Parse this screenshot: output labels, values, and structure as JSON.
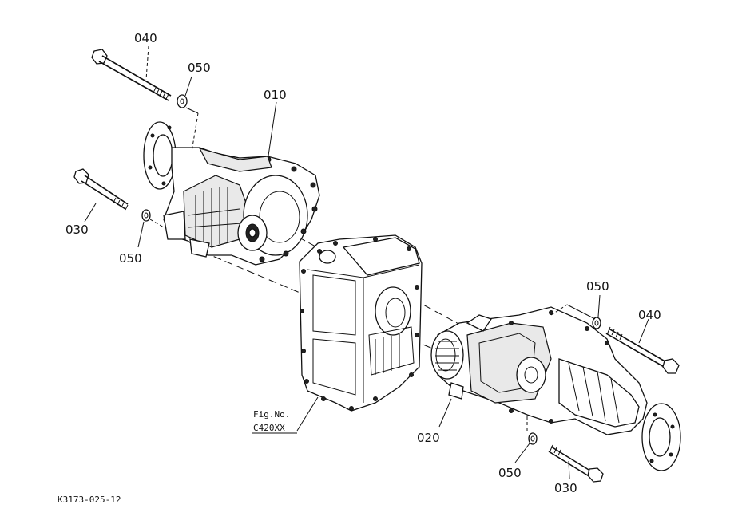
{
  "labels": {
    "l040a": "040",
    "l050a": "050",
    "l010": "010",
    "l030a": "030",
    "l050b": "050",
    "l050c": "050",
    "l040b": "040",
    "l020": "020",
    "l050d": "050",
    "l030b": "030"
  },
  "figref": {
    "line1": "Fig.No.",
    "line2": "C420XX"
  },
  "code": "K3173-025-12"
}
